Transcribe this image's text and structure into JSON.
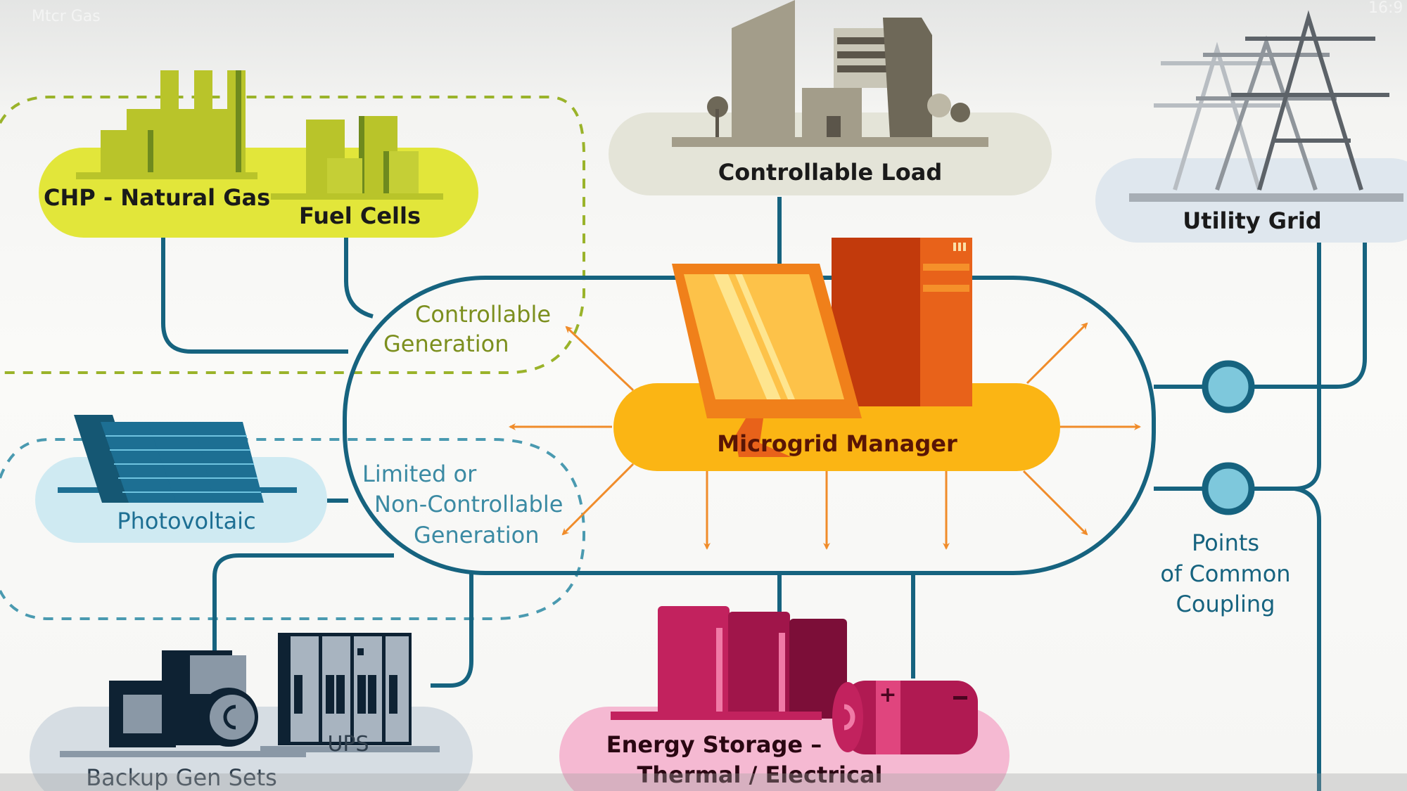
{
  "watermark_left": "Mtcr Gas",
  "watermark_right": "16:9",
  "nodes": {
    "chp": {
      "label": "CHP - Natural Gas"
    },
    "fuel_cells": {
      "label": "Fuel Cells"
    },
    "controllable_load": {
      "label": "Controllable Load"
    },
    "utility_grid": {
      "label": "Utility Grid"
    },
    "microgrid_manager": {
      "label": "Microgrid Manager"
    },
    "photovoltaic": {
      "label": "Photovoltaic"
    },
    "backup_gen": {
      "label": "Backup Gen Sets"
    },
    "ups": {
      "label": "UPS"
    },
    "energy_storage": {
      "line1": "Energy Storage –",
      "line2": "Thermal / Electrical"
    }
  },
  "groups": {
    "controllable_generation": {
      "line1": "Controllable",
      "line2": "Generation"
    },
    "non_controllable_generation": {
      "line1": "Limited or",
      "line2": "Non-Controllable",
      "line3": "Generation"
    }
  },
  "pcc": {
    "line1": "Points",
    "line2": "of Common",
    "line3": "Coupling"
  },
  "colors": {
    "bus": "#16637f",
    "chp_pill": "#e2e63a",
    "chp_icon": "#b9c42a",
    "load_pill": "#e4e4d8",
    "load_icon": "#a09a86",
    "grid_pill": "#dfe7ee",
    "manager_pill": "#fbb514",
    "manager_icon": "#f0801a",
    "pv_pill": "#cfeaf2",
    "pv_icon": "#1d6f93",
    "backup_pill": "#d6dde3",
    "storage_pill": "#f5b9d2",
    "storage_icon": "#c2225e",
    "arrow": "#f08c2a",
    "group_green": "#9ab32a",
    "group_blue": "#4a9ab0",
    "pcc_fill": "#7ec8dc"
  }
}
